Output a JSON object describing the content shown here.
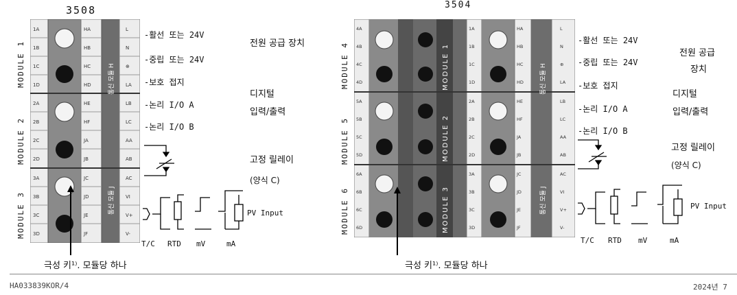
{
  "left": {
    "model": "3508",
    "modules": [
      "MODULE 1",
      "MODULE 2",
      "MODULE 3"
    ],
    "terminals_left": [
      "1A",
      "1B",
      "1C",
      "1D",
      "2A",
      "2B",
      "2C",
      "2D",
      "3A",
      "3B",
      "3C",
      "3D"
    ],
    "terminals_mid": [
      "HA",
      "HB",
      "HC",
      "HD",
      "HE",
      "HF",
      "JA",
      "JB",
      "JC",
      "JD",
      "JE",
      "JF"
    ],
    "terminals_right": [
      "L",
      "N",
      "⊕",
      "LA",
      "LB",
      "LC",
      "AA",
      "AB",
      "AC",
      "VI",
      "V+",
      "V-"
    ],
    "comm_label_top": "통신 모듈 H",
    "comm_label_bottom": "통신 모듈 J",
    "wiring": [
      "-활선 또는 24V",
      "-중립 또는 24V",
      "-보호 접지",
      "-논리 I/O A",
      "-논리 I/O B"
    ],
    "power": "전원 공급 장치",
    "digital_1": "디지털",
    "digital_2": "입력/출력",
    "relay_1": "고정 릴레이",
    "relay_2": "(양식 C)",
    "pv": "PV Input",
    "sensors": [
      "T/C",
      "RTD",
      "mV",
      "mA"
    ],
    "key": "극성 키¹⁾. 모듈당 하나"
  },
  "right": {
    "model": "3504",
    "modules": [
      "MODULE 4",
      "MODULE 5",
      "MODULE 6"
    ],
    "inner_modules": [
      "MODULE 1",
      "MODULE 2",
      "MODULE 3"
    ],
    "terminals_left": [
      "4A",
      "4B",
      "4C",
      "4D",
      "5A",
      "5B",
      "5C",
      "5D",
      "6A",
      "6B",
      "6C",
      "6D"
    ],
    "terminals_mid1": [
      "1A",
      "1B",
      "1C",
      "1D",
      "2A",
      "2B",
      "2C",
      "2D",
      "3A",
      "3B",
      "3C",
      "3D"
    ],
    "terminals_mid2": [
      "HA",
      "HB",
      "HC",
      "HD",
      "HE",
      "HF",
      "JA",
      "JB",
      "JC",
      "JD",
      "JE",
      "JF"
    ],
    "terminals_right": [
      "L",
      "N",
      "⊕",
      "LA",
      "LB",
      "LC",
      "AA",
      "AB",
      "AC",
      "VI",
      "V+",
      "V-"
    ],
    "comm_label_top": "통신 모듈 H",
    "comm_label_bottom": "통신 모듈 J",
    "wiring": [
      "-활선 또는 24V",
      "-중립 또는 24V",
      "-보호 접지",
      "-논리 I/O A",
      "-논리 I/O B"
    ],
    "power_1": "전원 공급",
    "power_2": "장치",
    "digital_1": "디지털",
    "digital_2": "입력/출력",
    "relay_1": "고정 릴레이",
    "relay_2": "(양식 C)",
    "pv": "PV Input",
    "sensors": [
      "T/C",
      "RTD",
      "mV",
      "mA"
    ],
    "key": "극성 키¹⁾. 모듈당 하나"
  },
  "footer": {
    "doc": "HA033839KOR/4",
    "date": "2024년 7"
  }
}
